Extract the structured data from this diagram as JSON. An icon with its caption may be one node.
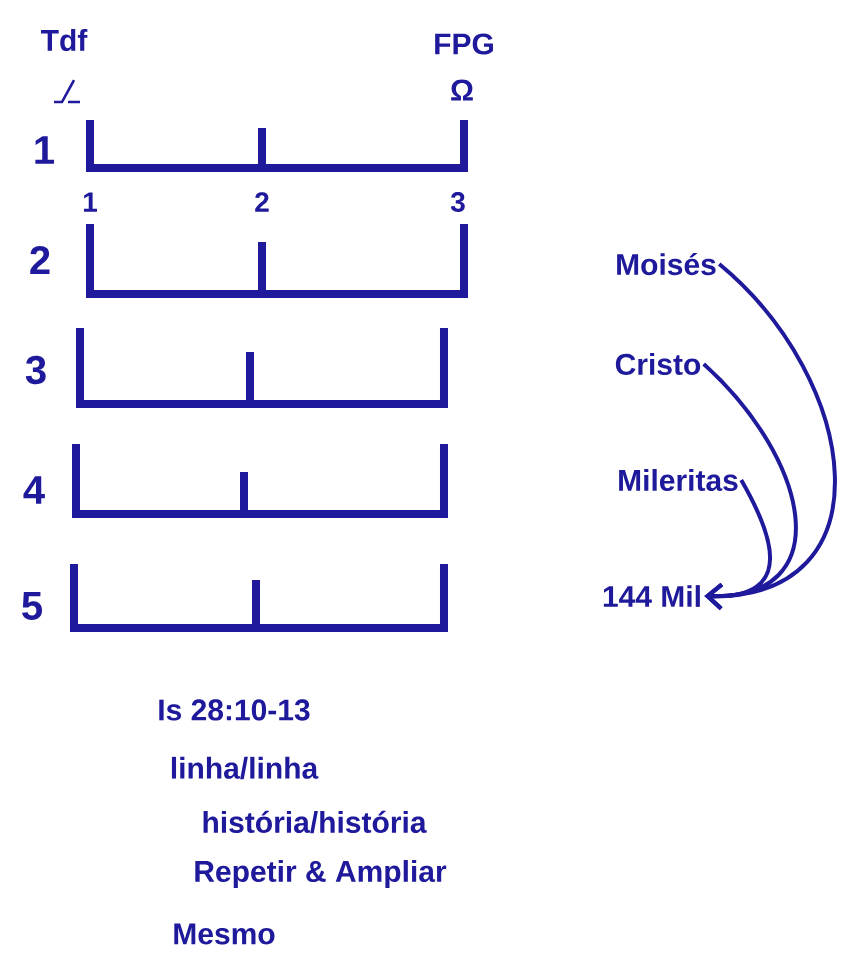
{
  "diagram": {
    "nodes": [
      {
        "text": [
          "Moisés"
        ]
      },
      {
        "text": [
          "Cristo"
        ]
      },
      {
        "text": [
          "Mileritas"
        ]
      },
      {
        "text": [
          "144 Mil"
        ]
      }
    ],
    "edges": [
      {
        "from": 0,
        "to": 3,
        "arrow": "to"
      },
      {
        "from": 1,
        "to": 3,
        "arrow": "to"
      },
      {
        "from": 2,
        "to": 3,
        "arrow": "to"
      }
    ],
    "labels": [
      "Tdf",
      "FPG",
      "Ω",
      "1",
      "1",
      "2",
      "3",
      "2",
      "3",
      "4",
      "5",
      "Is 28:10-13",
      "linha/linha",
      "história/história",
      "Repetir & Ampliar",
      "Mesmo"
    ]
  }
}
